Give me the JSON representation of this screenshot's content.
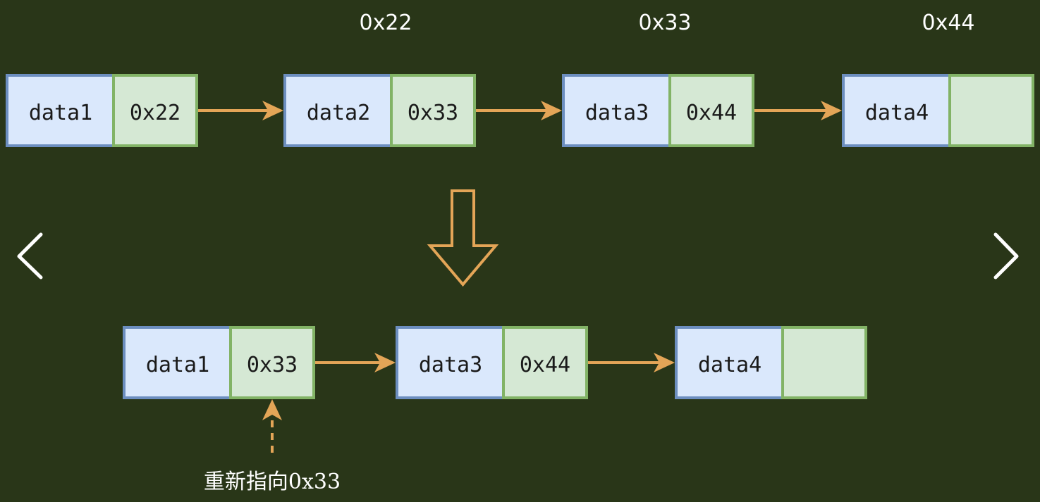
{
  "address_labels": [
    "0x22",
    "0x33",
    "0x44"
  ],
  "list_before": [
    {
      "data": "data1",
      "next": "0x22"
    },
    {
      "data": "data2",
      "next": "0x33"
    },
    {
      "data": "data3",
      "next": "0x44"
    },
    {
      "data": "data4",
      "next": ""
    }
  ],
  "list_after": [
    {
      "data": "data1",
      "next": "0x33"
    },
    {
      "data": "data3",
      "next": "0x44"
    },
    {
      "data": "data4",
      "next": ""
    }
  ],
  "annotation": "重新指向0x33",
  "navigation": {
    "prev_icon": "chevron-left-icon",
    "next_icon": "chevron-right-icon"
  },
  "colors": {
    "background": "#293618",
    "data_fill": "#dae8fc",
    "data_stroke": "#6c8ebf",
    "pointer_fill": "#d5e8d4",
    "pointer_stroke": "#82b366",
    "arrow": "#e3a557"
  }
}
